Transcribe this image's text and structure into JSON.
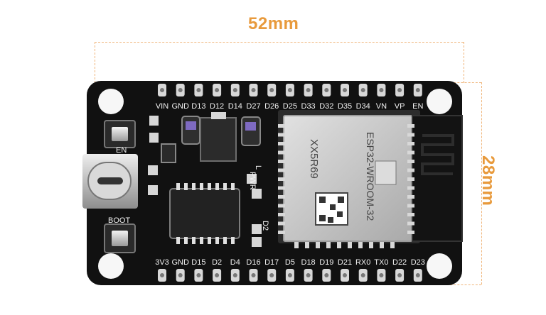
{
  "dimensions": {
    "width_label": "52mm",
    "height_label": "28mm"
  },
  "board": {
    "top_pins": [
      "VIN",
      "GND",
      "D13",
      "D12",
      "D14",
      "D27",
      "D26",
      "D25",
      "D33",
      "D32",
      "D35",
      "D34",
      "VN",
      "VP",
      "EN"
    ],
    "bottom_pins": [
      "3V3",
      "GND",
      "D15",
      "D2",
      "D4",
      "D16",
      "D17",
      "D5",
      "D18",
      "D19",
      "D21",
      "RX0",
      "TX0",
      "D22",
      "D23"
    ],
    "labels": {
      "en_button": "EN",
      "boot_button": "BOOT",
      "pwr_led": "PWR",
      "d2_led": "D2",
      "l_label": "L"
    },
    "module": {
      "name": "ESP32-WROOM-32",
      "code": "XX5R69"
    }
  },
  "colors": {
    "dimension": "#e89a3c",
    "board": "#111111",
    "module": "#c9c9c9"
  }
}
